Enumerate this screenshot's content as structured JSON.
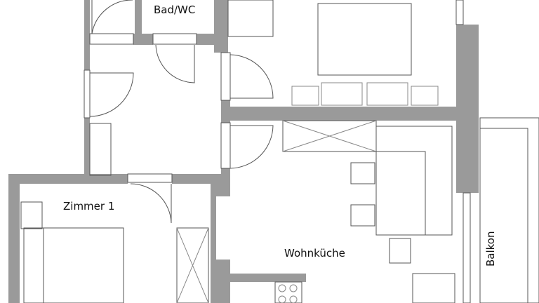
{
  "rooms": {
    "bathroom": "Bad/WC",
    "room1": "Zimmer 1",
    "kitchen": "Wohnküche",
    "balcony": "Balkon"
  },
  "colors": {
    "wall": "#9a9a9a",
    "line": "#555555"
  }
}
